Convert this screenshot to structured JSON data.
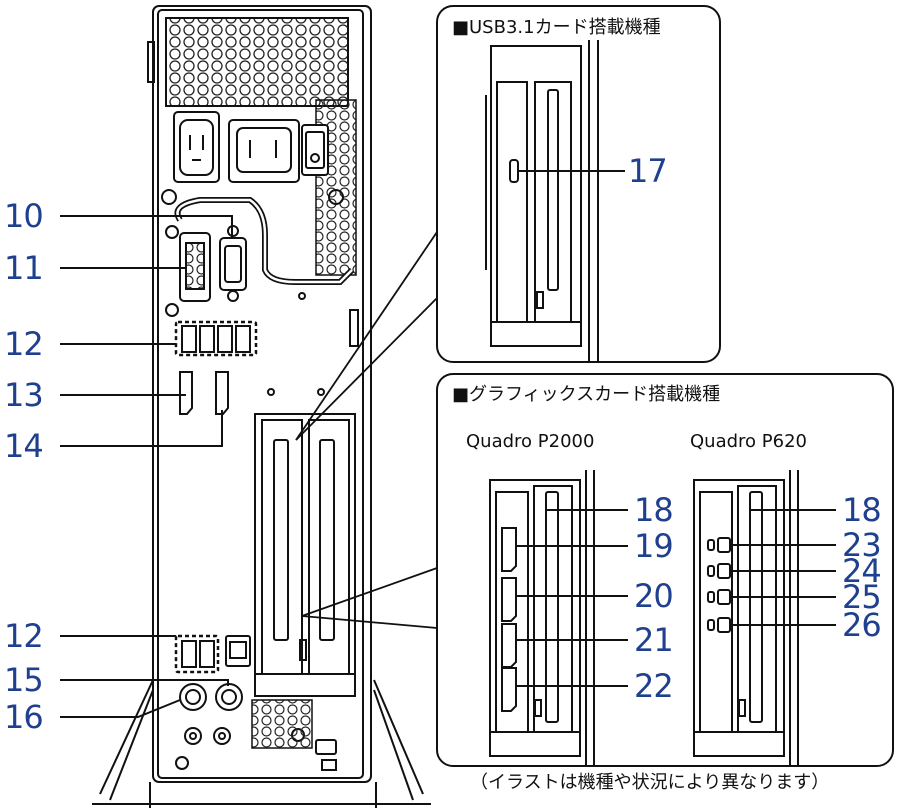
{
  "callouts": {
    "n10": "10",
    "n11": "11",
    "n12a": "12",
    "n13": "13",
    "n14": "14",
    "n12b": "12",
    "n15": "15",
    "n16": "16",
    "n17": "17",
    "n18a": "18",
    "n19": "19",
    "n20": "20",
    "n21": "21",
    "n22": "22",
    "n18b": "18",
    "n23": "23",
    "n24": "24",
    "n25": "25",
    "n26": "26"
  },
  "usb_panel": {
    "title": "■USB3.1カード搭載機種"
  },
  "graphics_panel": {
    "title": "■グラフィックスカード搭載機種",
    "model_left": "Quadro P2000",
    "model_right": "Quadro P620"
  },
  "footnote": "（イラストは機種や状況により異なります）",
  "colors": {
    "callout": "#1f3f8f",
    "line": "#111111"
  }
}
